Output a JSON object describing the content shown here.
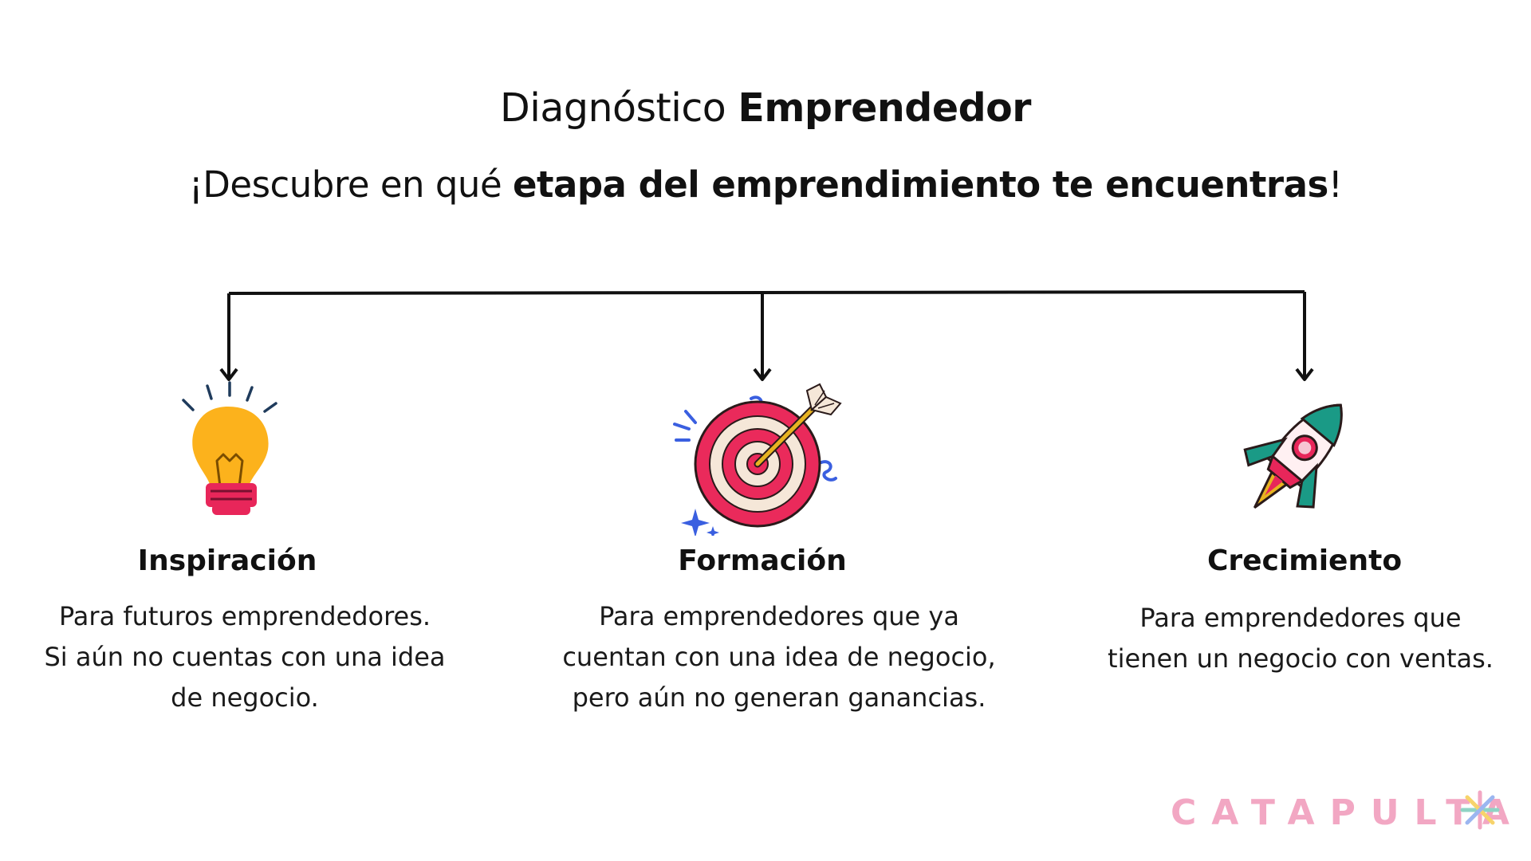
{
  "title": {
    "regular": "Diagnóstico ",
    "bold": "Emprendedor"
  },
  "subtitle": {
    "part1": "¡Descubre en qué ",
    "bold": "etapa del emprendimiento te encuentras",
    "part2": "!"
  },
  "stages": [
    {
      "icon": "lightbulb-icon",
      "title": "Inspiración",
      "lines": [
        "Para futuros emprendedores.",
        "Si aún no cuentas con una idea",
        "de negocio."
      ]
    },
    {
      "icon": "target-dart-icon",
      "title": "Formación",
      "lines": [
        "Para emprendedores que ya",
        "cuentan con una idea de negocio,",
        "pero aún no generan ganancias."
      ]
    },
    {
      "icon": "rocket-icon",
      "title": "Crecimiento",
      "lines": [
        "Para emprendedores que",
        "tienen un negocio con ventas."
      ]
    }
  ],
  "brand": {
    "name": "CATAPULTA",
    "color": "#f2a7c3"
  },
  "colors": {
    "bulb": "#fcb21c",
    "bulb_base": "#e8265a",
    "target_red": "#ea2a5b",
    "target_cream": "#f5e7d8",
    "arrow_gold": "#e7b321",
    "rocket_red": "#e8265a",
    "rocket_teal": "#1a9a86",
    "accent_blue": "#3a5fe0"
  }
}
